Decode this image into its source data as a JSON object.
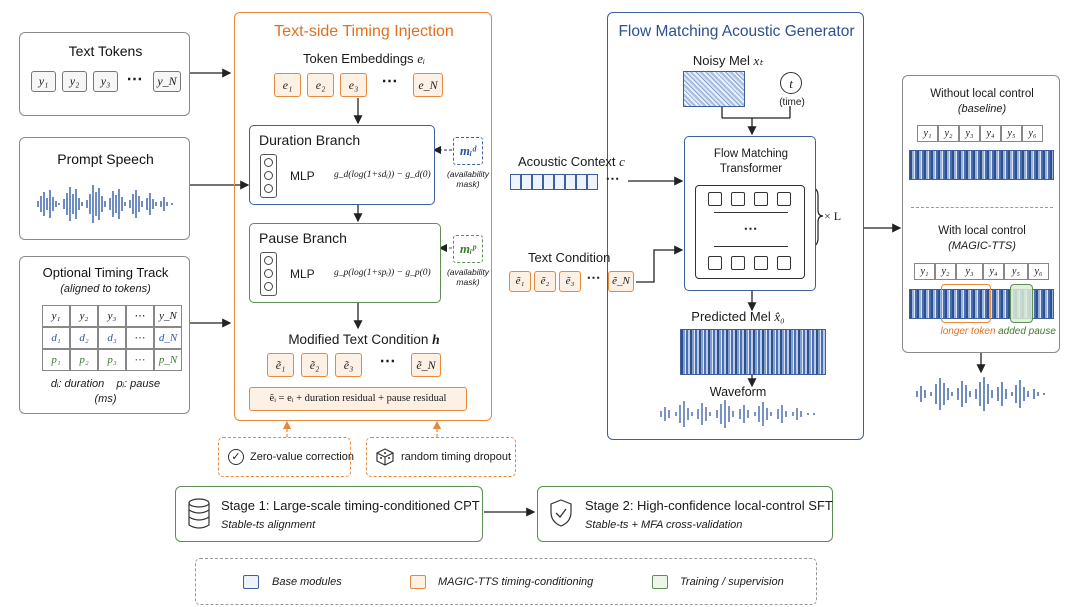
{
  "text_tokens": {
    "title": "Text Tokens",
    "tokens": [
      "y₁",
      "y₂",
      "y₃",
      "⋯",
      "y_N"
    ]
  },
  "prompt_speech": {
    "title": "Prompt Speech"
  },
  "timing_track": {
    "title": "Optional Timing Track",
    "subtitle": "(aligned to tokens)",
    "rows": [
      [
        "y₁",
        "y₂",
        "y₃",
        "⋯",
        "y_N"
      ],
      [
        "d₁",
        "d₂",
        "d₃",
        "⋯",
        "d_N"
      ],
      [
        "p₁",
        "p₂",
        "p₃",
        "⋯",
        "p_N"
      ]
    ],
    "legend_line1": "dᵢ: duration    pᵢ: pause",
    "legend_line2": "(ms)"
  },
  "injection": {
    "title": "Text-side Timing Injection",
    "embeddings_label": "Token Embeddings",
    "embeddings_symbol": "eᵢ",
    "embeddings": [
      "e₁",
      "e₂",
      "e₃",
      "⋯",
      "e_N"
    ],
    "duration_branch": {
      "title": "Duration Branch",
      "mlp": "MLP",
      "formula": "g_d(log(1+sdᵢ)) − g_d(0)",
      "mask_symbol": "mᵢᵈ",
      "mask_label_1": "(availability",
      "mask_label_2": "mask)"
    },
    "pause_branch": {
      "title": "Pause Branch",
      "mlp": "MLP",
      "formula": "g_p(log(1+spᵢ)) − g_p(0)",
      "mask_symbol": "mᵢᵖ",
      "mask_label_1": "(availability",
      "mask_label_2": "mask)"
    },
    "modified_label": "Modified Text Condition",
    "modified_symbol": "h",
    "modified": [
      "ẽ₁",
      "ẽ₂",
      "ẽ₃",
      "⋯",
      "ẽ_N"
    ],
    "equation": "ẽᵢ = eᵢ + duration residual + pause residual"
  },
  "aux": {
    "zero_value": "Zero-value correction",
    "dropout": "random timing dropout"
  },
  "generator": {
    "title": "Flow Matching Acoustic Generator",
    "noisy_mel": "Noisy Mel",
    "noisy_symbol": "xₜ",
    "time_symbol": "t",
    "time_label": "(time)",
    "acoustic_context": "Acoustic Context",
    "acoustic_symbol": "c",
    "text_condition": "Text Condition",
    "text_condition_tokens": [
      "ẽ₁",
      "ẽ₂",
      "ẽ₃",
      "⋯",
      "ẽ_N"
    ],
    "transformer_line1": "Flow Matching",
    "transformer_line2": "Transformer",
    "repeat": "× L",
    "predicted_mel": "Predicted Mel",
    "predicted_symbol": "x̂₀",
    "waveform": "Waveform"
  },
  "comparison": {
    "without_title": "Without local control",
    "without_sub": "(baseline)",
    "with_title": "With local control",
    "with_sub": "(MAGIC-TTS)",
    "tokens": [
      "y₁",
      "y₂",
      "y₃",
      "y₄",
      "y₅",
      "y₆"
    ],
    "longer_token": "longer token",
    "added_pause": "added pause"
  },
  "stages": {
    "stage1_title": "Stage 1:  Large-scale timing-conditioned CPT",
    "stage1_sub": "Stable-ts alignment",
    "stage2_title": "Stage 2:  High-confidence local-control SFT",
    "stage2_sub": "Stable-ts + MFA cross-validation"
  },
  "legend": {
    "base": "Base modules",
    "magic": "MAGIC-TTS timing-conditioning",
    "training": "Training / supervision"
  },
  "colors": {
    "orange": "#e8883a",
    "blue": "#3e5f9e",
    "green": "#5d8f55",
    "grey": "#8a8a8a"
  }
}
